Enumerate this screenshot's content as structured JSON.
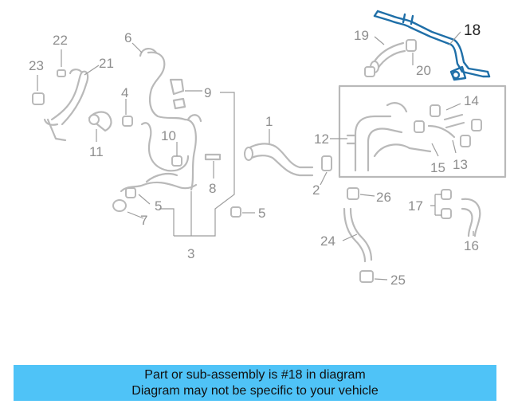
{
  "callouts": {
    "c1": "1",
    "c2": "2",
    "c3": "3",
    "c4": "4",
    "c5a": "5",
    "c5b": "5",
    "c6": "6",
    "c7": "7",
    "c8": "8",
    "c9": "9",
    "c10": "10",
    "c11": "11",
    "c12": "12",
    "c13": "13",
    "c14": "14",
    "c15": "15",
    "c16": "16",
    "c17": "17",
    "c18": "18",
    "c19": "19",
    "c20": "20",
    "c21": "21",
    "c22": "22",
    "c23": "23",
    "c24": "24",
    "c25": "25",
    "c26": "26"
  },
  "highlight_color": "#1f6fa8",
  "banner": {
    "line1": "Part or sub-assembly is #18 in diagram",
    "line2": "Diagram may not be specific to your vehicle",
    "background": "#4fc3f7"
  }
}
